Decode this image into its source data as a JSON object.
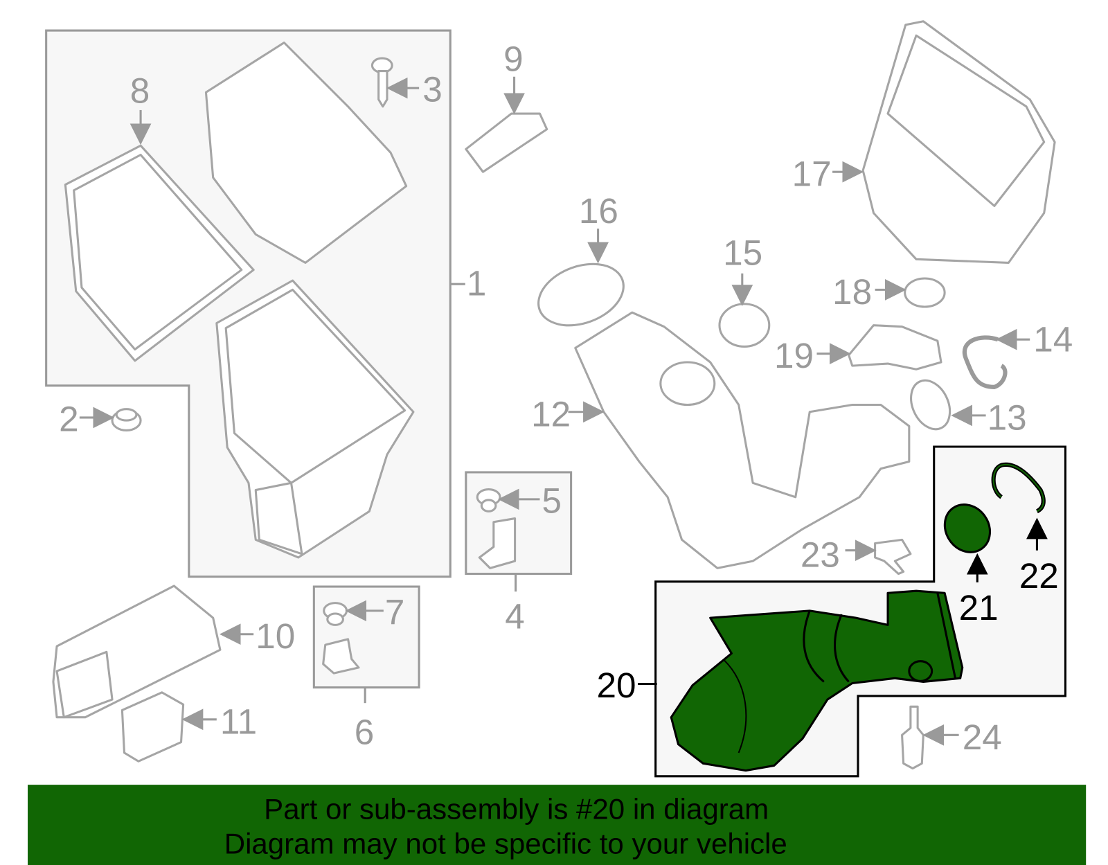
{
  "diagram": {
    "callouts": {
      "c1": "1",
      "c2": "2",
      "c3": "3",
      "c4": "4",
      "c5": "5",
      "c6": "6",
      "c7": "7",
      "c8": "8",
      "c9": "9",
      "c10": "10",
      "c11": "11",
      "c12": "12",
      "c13": "13",
      "c14": "14",
      "c15": "15",
      "c16": "16",
      "c17": "17",
      "c18": "18",
      "c19": "19",
      "c20": "20",
      "c21": "21",
      "c22": "22",
      "c23": "23",
      "c24": "24"
    },
    "highlighted_part": "20",
    "highlight_color": "#116604"
  },
  "banner": {
    "line1": "Part or sub-assembly is #20 in diagram",
    "line2": "Diagram may not be specific to your vehicle",
    "background": "#116604"
  }
}
